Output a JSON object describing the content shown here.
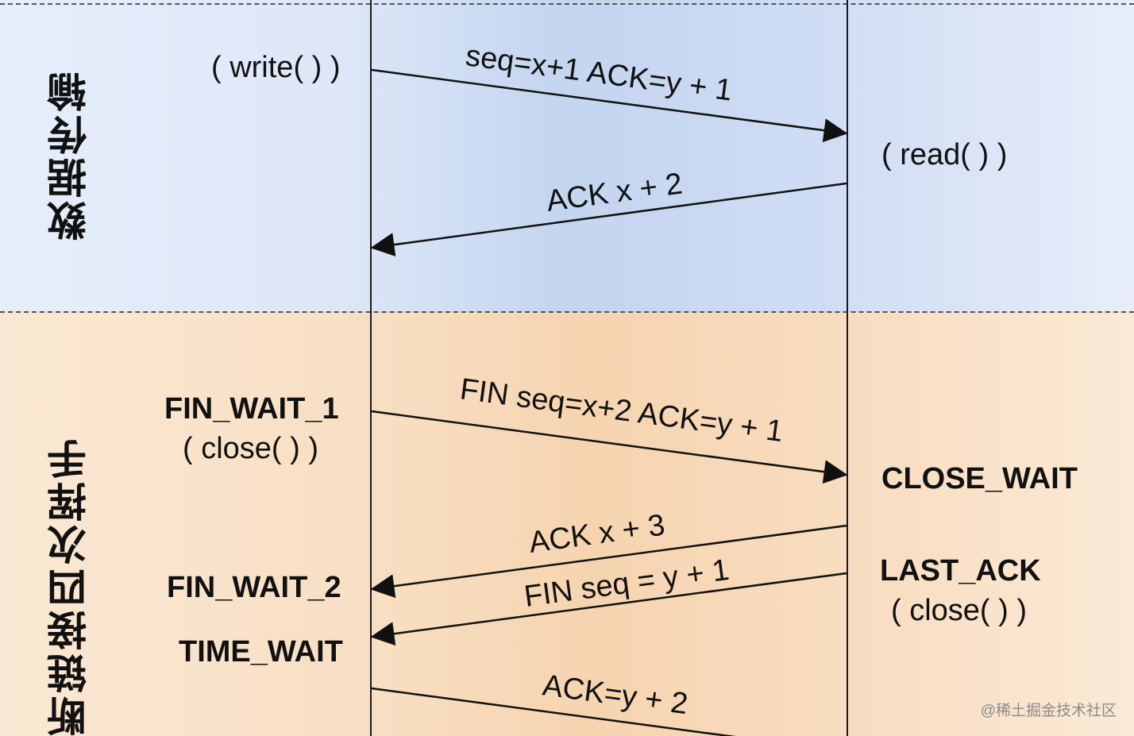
{
  "sections": {
    "data_transfer": {
      "title": "数据传输"
    },
    "four_way_close": {
      "title": "断链接四次挥手"
    }
  },
  "client": {
    "write_call": "( write( ) )",
    "fin_wait_1": "FIN_WAIT_1",
    "close_call": "( close( ) )",
    "fin_wait_2": "FIN_WAIT_2",
    "time_wait": "TIME_WAIT"
  },
  "server": {
    "read_call": "( read( ) )",
    "close_wait": "CLOSE_WAIT",
    "last_ack": "LAST_ACK",
    "close_call": "( close( ) )"
  },
  "messages": {
    "m1": "seq=x+1 ACK=y + 1",
    "m2": "ACK x + 2",
    "m3": "FIN seq=x+2 ACK=y + 1",
    "m4": "ACK x + 3",
    "m5": "FIN seq = y + 1",
    "m6": "ACK=y + 2"
  },
  "watermark": "@稀土掘金技术社区"
}
